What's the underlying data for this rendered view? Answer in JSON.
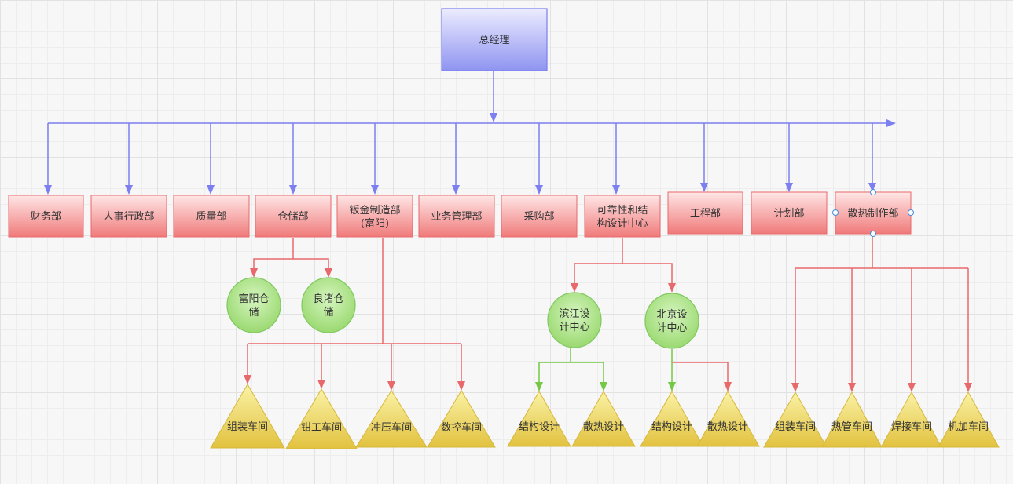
{
  "colors": {
    "blue_line": "#7b7ff0",
    "red_line": "#e8696b",
    "green_line": "#74c845",
    "top_fill_start": "#ececff",
    "top_fill_end": "#8f94f0",
    "dept_fill_start": "#ffe4e4",
    "dept_fill_end": "#f07a7a",
    "circle_fill": "#aee28a",
    "circle_stroke": "#80c860",
    "tri_fill_top": "#f8ef9c",
    "tri_fill_bottom": "#e3c441"
  },
  "top": {
    "label": "总经理"
  },
  "departments": [
    {
      "id": "finance",
      "label": "财务部"
    },
    {
      "id": "hr",
      "label": "人事行政部"
    },
    {
      "id": "quality",
      "label": "质量部"
    },
    {
      "id": "storage",
      "label": "仓储部"
    },
    {
      "id": "sheet",
      "label": "钣金制造部",
      "label2": "(富阳)"
    },
    {
      "id": "business",
      "label": "业务管理部"
    },
    {
      "id": "purchase",
      "label": "采购部"
    },
    {
      "id": "reliability",
      "label": "可靠性和结",
      "label2": "构设计中心"
    },
    {
      "id": "engineering",
      "label": "工程部"
    },
    {
      "id": "planning",
      "label": "计划部"
    },
    {
      "id": "thermal",
      "label": "散热制作部"
    }
  ],
  "circles": [
    {
      "id": "fuyang-storage",
      "label": "富阳仓",
      "label2": "储"
    },
    {
      "id": "liangzhu-storage",
      "label": "良渚仓",
      "label2": "储"
    },
    {
      "id": "binjiang-center",
      "label": "滨江设",
      "label2": "计中心"
    },
    {
      "id": "beijing-center",
      "label": "北京设",
      "label2": "计中心"
    }
  ],
  "triangles": [
    {
      "id": "sheet-assembly",
      "label": "组装车间"
    },
    {
      "id": "sheet-fitter",
      "label": "钳工车间"
    },
    {
      "id": "sheet-stamping",
      "label": "冲压车间"
    },
    {
      "id": "sheet-cnc",
      "label": "数控车间"
    },
    {
      "id": "binjiang-structure",
      "label": "结构设计"
    },
    {
      "id": "binjiang-thermal",
      "label": "散热设计"
    },
    {
      "id": "beijing-structure",
      "label": "结构设计"
    },
    {
      "id": "beijing-thermal",
      "label": "散热设计"
    },
    {
      "id": "thermal-assembly",
      "label": "组装车间"
    },
    {
      "id": "thermal-heatpipe",
      "label": "热管车间"
    },
    {
      "id": "thermal-welding",
      "label": "焊接车间"
    },
    {
      "id": "thermal-machining",
      "label": "机加车间"
    }
  ]
}
